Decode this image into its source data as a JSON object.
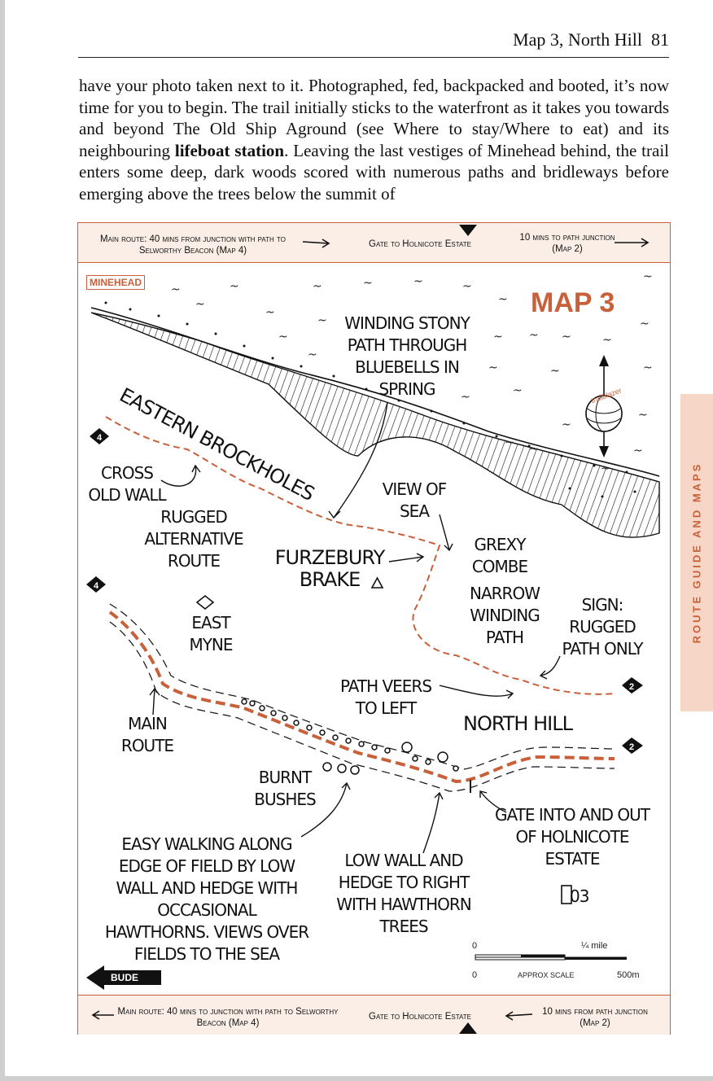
{
  "header": {
    "title": "Map 3, North Hill",
    "page_number": "81"
  },
  "body_text": {
    "before": "have your photo taken next to it. Photographed, fed, backpacked and booted, it’s now time for you to begin. The trail initially sticks to the waterfront as it takes you towards and beyond The Old Ship Aground (see Where to stay/Where to eat) and its neighbouring ",
    "bold": "lifeboat station",
    "after": ". Leaving the last vestiges of Minehead behind, the trail enters some deep, dark woods scored with numerous paths and bridleways before emerging above the trees below the summit of"
  },
  "top_band": {
    "left": "Main route: 40 mins from junction with path to Selworthy Beacon (Map 4)",
    "center": "Gate to Holnicote Estate",
    "right": "10 mins to path junction (Map 2)"
  },
  "bottom_band": {
    "left": "Main route: 40 mins to junction with path to Selworthy Beacon (Map 4)",
    "center": "Gate to Holnicote Estate",
    "right": "10 mins from path junction (Map 2)"
  },
  "side_tab": "ROUTE GUIDE AND MAPS",
  "map": {
    "title": "MAP 3",
    "minehead_label": "MINEHEAD",
    "bude_label": "BUDE",
    "compass_label": "trailblazer",
    "map_link_4a": "4",
    "map_link_4b": "4",
    "map_link_2a": "2",
    "map_link_2b": "2",
    "labels": {
      "winding_path": "WINDING STONY PATH THROUGH BLUEBELLS IN SPRING",
      "eastern_brockholes": "EASTERN BROCKHOLES",
      "cross_old_wall": "CROSS OLD WALL",
      "rugged_alt": "RUGGED ALTERNATIVE ROUTE",
      "view_of_sea": "VIEW OF SEA",
      "furzebury": "FURZEBURY BRAKE",
      "grexy_combe": "GREXY COMBE",
      "narrow_path": "NARROW WINDING PATH",
      "sign_rugged": "SIGN: RUGGED PATH ONLY",
      "east_myne": "EAST MYNE",
      "path_veers": "PATH VEERS TO LEFT",
      "main_route": "MAIN ROUTE",
      "north_hill": "NORTH HILL",
      "burnt_bushes": "BURNT BUSHES",
      "gate_into": "GATE INTO AND OUT OF HOLNICOTE ESTATE",
      "gps": "03",
      "easy_walking": "EASY WALKING ALONG EDGE OF FIELD BY LOW WALL AND HEDGE WITH OCCASIONAL HAWTHORNS. VIEWS OVER FIELDS TO THE SEA",
      "low_wall": "LOW WALL AND HEDGE TO RIGHT WITH HAWTHORN TREES"
    },
    "scale": {
      "zero_top": "0",
      "zero_bottom": "0",
      "mile": "¼ mile",
      "approx": "APPROX SCALE",
      "metres": "500m"
    },
    "colors": {
      "route": "#c8603a",
      "frame": "#c8603a",
      "band": "#fbeee6",
      "tab": "#f6d6c6"
    }
  }
}
